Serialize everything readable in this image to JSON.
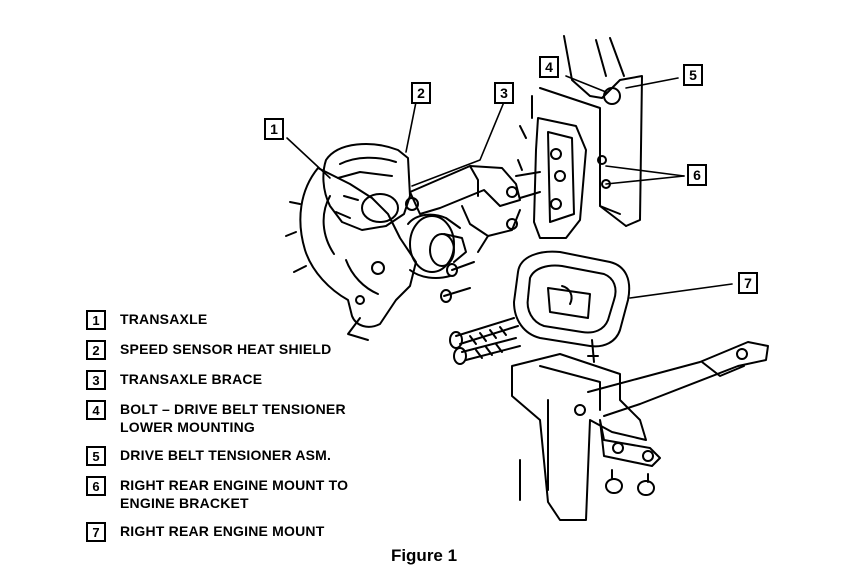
{
  "figure": {
    "caption": "Figure 1"
  },
  "callouts": [
    "1",
    "2",
    "3",
    "4",
    "5",
    "6",
    "7"
  ],
  "legend": [
    {
      "num": "1",
      "text": "TRANSAXLE"
    },
    {
      "num": "2",
      "text": "SPEED SENSOR HEAT SHIELD"
    },
    {
      "num": "3",
      "text": "TRANSAXLE BRACE"
    },
    {
      "num": "4",
      "text": "BOLT – DRIVE BELT TENSIONER\nLOWER MOUNTING"
    },
    {
      "num": "5",
      "text": "DRIVE BELT TENSIONER ASM."
    },
    {
      "num": "6",
      "text": "RIGHT REAR ENGINE MOUNT TO\nENGINE BRACKET"
    },
    {
      "num": "7",
      "text": "RIGHT REAR ENGINE MOUNT"
    }
  ]
}
